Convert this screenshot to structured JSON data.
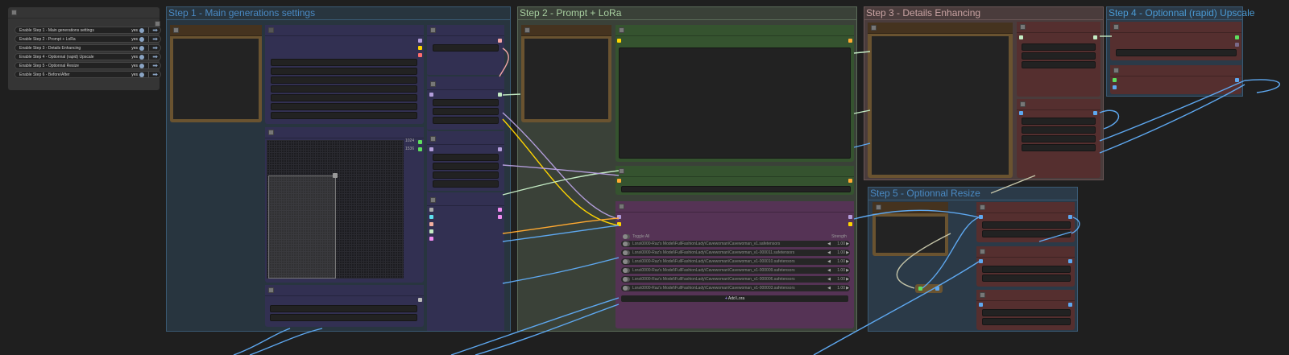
{
  "control_panel": {
    "rows": [
      {
        "label": "Enable Step 1 - Main generations settings",
        "value": "yes",
        "arrow": "➡"
      },
      {
        "label": "Enable Step 2 - Prompt + LoRa",
        "value": "yes",
        "arrow": "➡"
      },
      {
        "label": "Enable Step 3 - Details Enhancing",
        "value": "yes",
        "arrow": "➡"
      },
      {
        "label": "Enable Step 4 - Optionnal (rapid) Upscale",
        "value": "yes",
        "arrow": "➡"
      },
      {
        "label": "Enable Step 5 - Optionnal Resize",
        "value": "yes",
        "arrow": "➡"
      },
      {
        "label": "Enable Step 6 - Before/After",
        "value": "yes",
        "arrow": "➡"
      }
    ]
  },
  "groups": {
    "step1": {
      "title": "Step 1 - Main generations settings",
      "color": "#2b3a48",
      "title_color": "#4a8ac4"
    },
    "step2": {
      "title": "Step 2 - Prompt + LoRa",
      "color": "#3a4138",
      "title_color": "#a8cfa0"
    },
    "step3": {
      "title": "Step 3 - Details Enhancing",
      "color": "#4a3c3c",
      "title_color": "#c9a3a3"
    },
    "step4": {
      "title": "Step 4 - Optionnal (rapid) Upscale",
      "color": "#2b3a48",
      "title_color": "#4a9ad4"
    },
    "step5": {
      "title": "Step 5 - Optionnal Resize",
      "color": "#2b3a48",
      "title_color": "#4a8ac4"
    }
  },
  "latent_size": {
    "width": "1024",
    "height": "1536"
  },
  "lora_loader": {
    "toggle_all_label": "Toggle All",
    "strength_header": "Strength",
    "items": [
      {
        "name": "Lora\\0000-Raz's Model\\FullFashionLady\\Cavewoman\\Cavewoman_v1.safetensors",
        "strength": "1.00"
      },
      {
        "name": "Lora\\0000-Raz's Model\\FullFashionLady\\Cavewoman\\Cavewoman_v1-000011.safetensors",
        "strength": "1.00"
      },
      {
        "name": "Lora\\0000-Raz's Model\\FullFashionLady\\Cavewoman\\Cavewoman_v1-000010.safetensors",
        "strength": "1.00"
      },
      {
        "name": "Lora\\0000-Raz's Model\\FullFashionLady\\Cavewoman\\Cavewoman_v1-000009.safetensors",
        "strength": "1.00"
      },
      {
        "name": "Lora\\0000-Raz's Model\\FullFashionLady\\Cavewoman\\Cavewoman_v1-000006.safetensors",
        "strength": "1.00"
      },
      {
        "name": "Lora\\0000-Raz's Model\\FullFashionLady\\Cavewoman\\Cavewoman_v1-000003.safetensors",
        "strength": "1.00"
      }
    ],
    "add_label": "Add Lora",
    "add_icon": "+",
    "arrow_left": "◀",
    "arrow_right": "▶"
  }
}
